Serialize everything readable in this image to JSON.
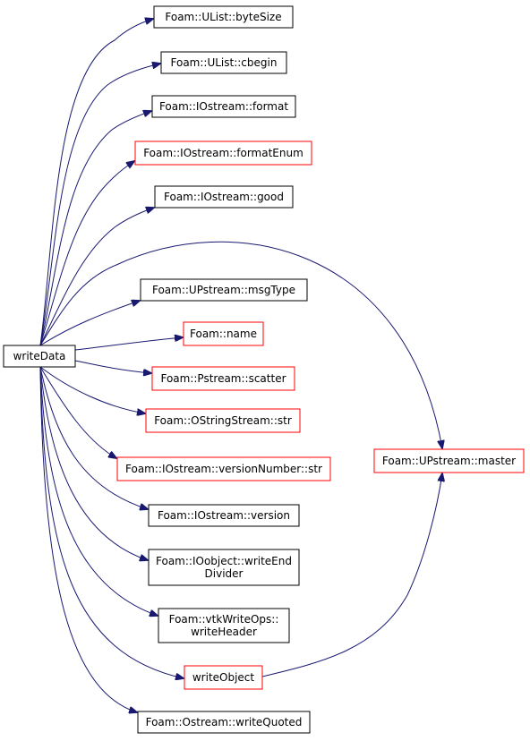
{
  "graph": {
    "colors": {
      "edge": "#191970",
      "root_fill": "#bfbfbf",
      "border_default": "#000000",
      "border_truncated": "#ff0000"
    },
    "nodes": [
      {
        "id": "writeData",
        "lines": [
          "writeData"
        ],
        "root": true
      },
      {
        "id": "byteSize",
        "lines": [
          "Foam::UList::byteSize"
        ]
      },
      {
        "id": "cbegin",
        "lines": [
          "Foam::UList::cbegin"
        ]
      },
      {
        "id": "format",
        "lines": [
          "Foam::IOstream::format"
        ]
      },
      {
        "id": "formatEnum",
        "lines": [
          "Foam::IOstream::formatEnum"
        ],
        "truncated": true
      },
      {
        "id": "good",
        "lines": [
          "Foam::IOstream::good"
        ]
      },
      {
        "id": "msgType",
        "lines": [
          "Foam::UPstream::msgType"
        ]
      },
      {
        "id": "name",
        "lines": [
          "Foam::name"
        ],
        "truncated": true
      },
      {
        "id": "scatter",
        "lines": [
          "Foam::Pstream::scatter"
        ],
        "truncated": true
      },
      {
        "id": "str",
        "lines": [
          "Foam::OStringStream::str"
        ],
        "truncated": true
      },
      {
        "id": "versionNumberStr",
        "lines": [
          "Foam::IOstream::versionNumber::str"
        ],
        "truncated": true
      },
      {
        "id": "version",
        "lines": [
          "Foam::IOstream::version"
        ]
      },
      {
        "id": "writeEndDivider",
        "lines": [
          "Foam::IOobject::writeEnd",
          "Divider"
        ]
      },
      {
        "id": "writeHeader",
        "lines": [
          "Foam::vtkWriteOps::",
          "writeHeader"
        ]
      },
      {
        "id": "writeObject",
        "lines": [
          "writeObject"
        ],
        "truncated": true
      },
      {
        "id": "writeQuoted",
        "lines": [
          "Foam::Ostream::writeQuoted"
        ]
      },
      {
        "id": "master",
        "lines": [
          "Foam::UPstream::master"
        ],
        "truncated": true
      }
    ],
    "edges": [
      {
        "from": "writeData",
        "to": "byteSize"
      },
      {
        "from": "writeData",
        "to": "cbegin"
      },
      {
        "from": "writeData",
        "to": "format"
      },
      {
        "from": "writeData",
        "to": "formatEnum"
      },
      {
        "from": "writeData",
        "to": "good"
      },
      {
        "from": "writeData",
        "to": "master"
      },
      {
        "from": "writeData",
        "to": "msgType"
      },
      {
        "from": "writeData",
        "to": "name"
      },
      {
        "from": "writeData",
        "to": "scatter"
      },
      {
        "from": "writeData",
        "to": "str"
      },
      {
        "from": "writeData",
        "to": "versionNumberStr"
      },
      {
        "from": "writeData",
        "to": "version"
      },
      {
        "from": "writeData",
        "to": "writeEndDivider"
      },
      {
        "from": "writeData",
        "to": "writeHeader"
      },
      {
        "from": "writeData",
        "to": "writeObject"
      },
      {
        "from": "writeData",
        "to": "writeQuoted"
      },
      {
        "from": "writeObject",
        "to": "master"
      }
    ]
  }
}
